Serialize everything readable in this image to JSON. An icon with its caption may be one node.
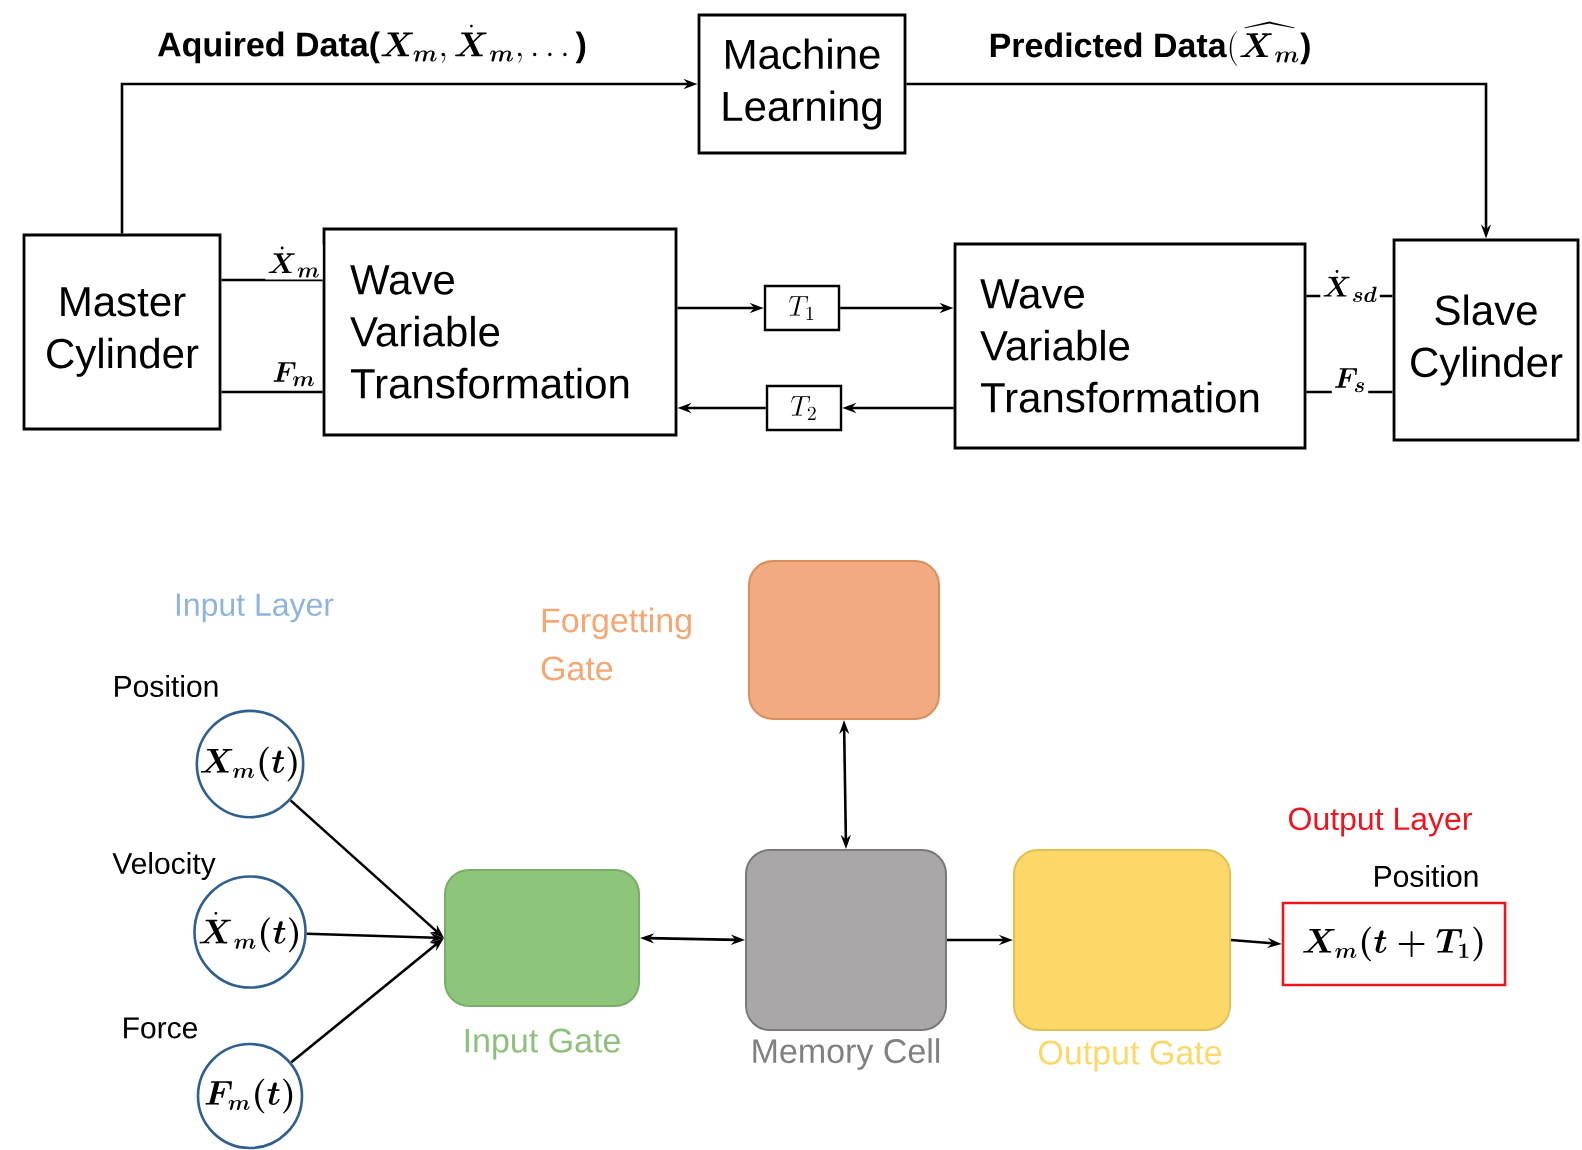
{
  "diagram": {
    "nodes": [
      {
        "text": [
          "Master Cylinder"
        ]
      },
      {
        "text": [
          "Wave Variable Transformation"
        ]
      },
      {
        "text": [
          "Machine Learning"
        ]
      },
      {
        "text": [
          "T_1"
        ]
      },
      {
        "text": [
          "T_2"
        ]
      },
      {
        "text": [
          "Wave Variable Transformation"
        ]
      },
      {
        "text": [
          "Slave Cylinder"
        ]
      },
      {
        "text": [
          "\\boldsymbol{X_m(t)}"
        ],
        "beside": [
          "Position"
        ]
      },
      {
        "text": [
          "\\dot{\\boldsymbol{X}}_{\\boldsymbol{m}}\\boldsymbol{(t)}"
        ],
        "beside": [
          "Velocity"
        ]
      },
      {
        "text": [
          "\\boldsymbol{F_m(t)}"
        ],
        "beside": [
          "Force"
        ]
      },
      {
        "text": [
          "Input Gate"
        ]
      },
      {
        "text": [
          "Forgetting Gate"
        ]
      },
      {
        "text": [
          "Memory Cell"
        ]
      },
      {
        "text": [
          "Output Gate"
        ]
      },
      {
        "text": [
          "\\boldsymbol{X_m(t+T_1)}"
        ],
        "beside": [
          "Position"
        ]
      }
    ],
    "edges": [
      {
        "from": 0,
        "to": 2,
        "arrow": "to",
        "label": "\\textbf{Aquired Data(}\\boldsymbol{X_m}, \\dot{\\boldsymbol{X}}_{\\boldsymbol{m}}, \\ldots\\textbf{)}"
      },
      {
        "from": 2,
        "to": 6,
        "arrow": "to",
        "label": "\\textbf{Predicted Data}(\\widehat{\\boldsymbol{X}_{\\boldsymbol{m}}}\\textbf{)}"
      },
      {
        "from": 0,
        "to": 1,
        "arrow": "none",
        "label": "\\dot{\\boldsymbol{X}}_{\\boldsymbol{m}}"
      },
      {
        "from": 0,
        "to": 1,
        "arrow": "none",
        "label": "\\boldsymbol{F_m}"
      },
      {
        "from": 1,
        "to": 3,
        "arrow": "to"
      },
      {
        "from": 3,
        "to": 5,
        "arrow": "to"
      },
      {
        "from": 5,
        "to": 4,
        "arrow": "to"
      },
      {
        "from": 4,
        "to": 1,
        "arrow": "to"
      },
      {
        "from": 5,
        "to": 6,
        "arrow": "none",
        "label": "\\dot{\\boldsymbol{X}}_{\\boldsymbol{sd}}"
      },
      {
        "from": 5,
        "to": 6,
        "arrow": "none",
        "label": "\\boldsymbol{F_s}"
      },
      {
        "from": 7,
        "to": 10,
        "arrow": "to"
      },
      {
        "from": 8,
        "to": 10,
        "arrow": "to"
      },
      {
        "from": 9,
        "to": 10,
        "arrow": "to"
      },
      {
        "from": 10,
        "to": 12,
        "arrow": "both"
      },
      {
        "from": 11,
        "to": 12,
        "arrow": "both"
      },
      {
        "from": 12,
        "to": 13,
        "arrow": "to"
      },
      {
        "from": 13,
        "to": 14,
        "arrow": "to"
      }
    ],
    "labels": [
      "Input Layer",
      "Output Layer"
    ]
  }
}
